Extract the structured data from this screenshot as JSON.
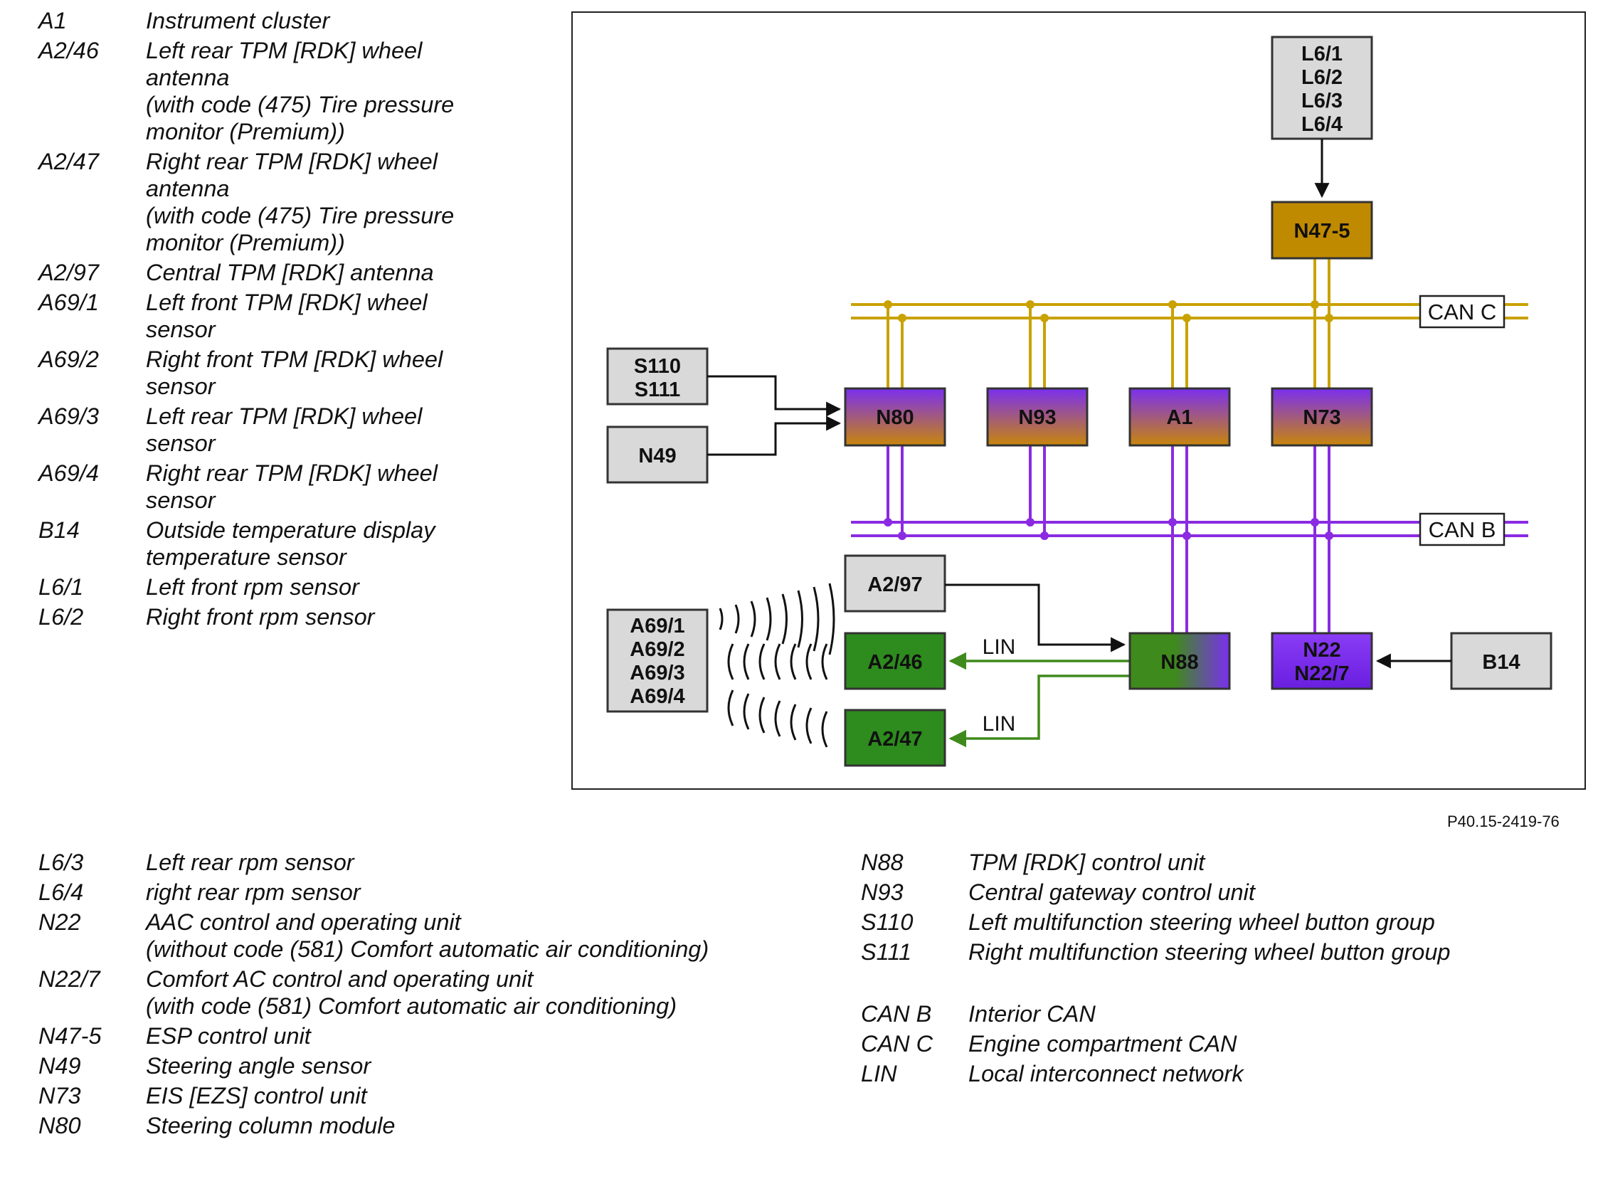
{
  "legend_left": [
    {
      "code": "A1",
      "desc": "Instrument cluster"
    },
    {
      "code": "A2/46",
      "desc": "Left rear TPM [RDK] wheel\nantenna\n(with code (475) Tire pressure\nmonitor (Premium))"
    },
    {
      "code": "A2/47",
      "desc": "Right rear TPM [RDK]  wheel\nantenna\n(with code (475) Tire pressure\nmonitor (Premium))"
    },
    {
      "code": "A2/97",
      "desc": "Central TPM [RDK] antenna"
    },
    {
      "code": "A69/1",
      "desc": "Left front TPM [RDK] wheel\nsensor"
    },
    {
      "code": "A69/2",
      "desc": "Right front TPM [RDK] wheel\nsensor"
    },
    {
      "code": "A69/3",
      "desc": "Left rear TPM [RDK] wheel\nsensor"
    },
    {
      "code": "A69/4",
      "desc": "Right rear TPM [RDK] wheel\nsensor"
    },
    {
      "code": "B14",
      "desc": "Outside temperature display\ntemperature sensor"
    },
    {
      "code": "L6/1",
      "desc": "Left front rpm sensor"
    },
    {
      "code": "L6/2",
      "desc": "Right front rpm sensor"
    }
  ],
  "legend_bottom_left": [
    {
      "code": "L6/3",
      "desc": "Left rear rpm sensor"
    },
    {
      "code": "L6/4",
      "desc": "right rear rpm sensor"
    },
    {
      "code": "N22",
      "desc": "AAC control and operating unit\n(without code (581) Comfort automatic air conditioning)"
    },
    {
      "code": "N22/7",
      "desc": "Comfort AC control and operating unit\n(with code (581) Comfort automatic air conditioning)"
    },
    {
      "code": "N47-5",
      "desc": "ESP control unit"
    },
    {
      "code": "N49",
      "desc": "Steering angle sensor"
    },
    {
      "code": "N73",
      "desc": "EIS [EZS] control unit"
    },
    {
      "code": "N80",
      "desc": "Steering column module"
    }
  ],
  "legend_bottom_right": [
    {
      "code": "N88",
      "desc": "TPM [RDK] control unit"
    },
    {
      "code": "N93",
      "desc": "Central gateway control unit"
    },
    {
      "code": "S110",
      "desc": "Left multifunction steering wheel button group"
    },
    {
      "code": "S111",
      "desc": "Right multifunction steering wheel button group"
    }
  ],
  "legend_bus": [
    {
      "code": "CAN B",
      "desc": "Interior CAN"
    },
    {
      "code": "CAN C",
      "desc": "Engine compartment CAN"
    },
    {
      "code": "LIN",
      "desc": "Local interconnect network"
    }
  ],
  "figure_id": "P40.15-2419-76",
  "diagram": {
    "blocks": {
      "l6": [
        "L6/1",
        "L6/2",
        "L6/3",
        "L6/4"
      ],
      "n47_5": "N47-5",
      "s110_s111": [
        "S110",
        "S111"
      ],
      "n49": "N49",
      "n80": "N80",
      "n93": "N93",
      "a1": "A1",
      "n73": "N73",
      "a2_97": "A2/97",
      "a2_46": "A2/46",
      "a2_47": "A2/47",
      "a69": [
        "A69/1",
        "A69/2",
        "A69/3",
        "A69/4"
      ],
      "n88": "N88",
      "n22": [
        "N22",
        "N22/7"
      ],
      "b14": "B14"
    },
    "bus_labels": {
      "can_c": "CAN C",
      "can_b": "CAN B",
      "lin_1": "LIN",
      "lin_2": "LIN"
    },
    "colors": {
      "can_c": "#c9a200",
      "can_b": "#8a2be2",
      "lin": "#3f8a1c",
      "gray_block": "#d9d9d9",
      "n47_5_fill": "#c08a00",
      "green_block": "#2e8b1e",
      "purple_block": "#7b2ff0",
      "orange_block": "#c8860a"
    }
  }
}
